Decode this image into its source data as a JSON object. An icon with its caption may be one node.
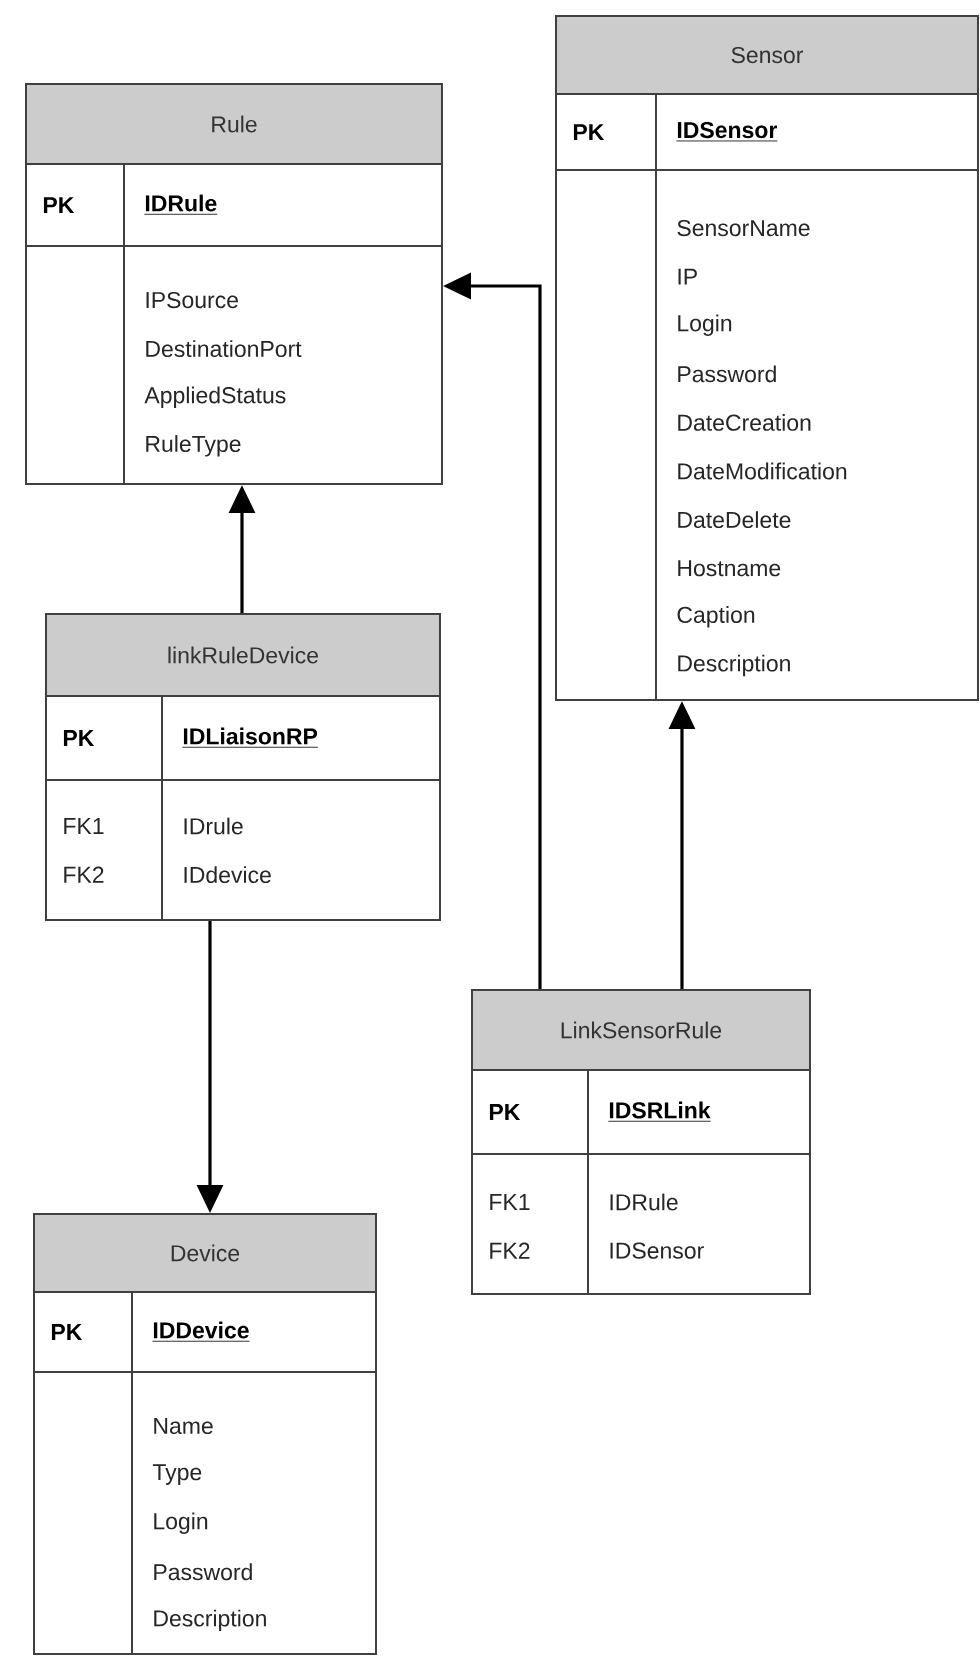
{
  "diagram": {
    "nodes": [
      {
        "text": [
          "Rule",
          "PK",
          "IDRule",
          "IPSource",
          "DestinationPort",
          "AppliedStatus",
          "RuleType"
        ]
      },
      {
        "text": [
          "Sensor",
          "PK",
          "IDSensor",
          "SensorName",
          "IP",
          "Login",
          "Password",
          "DateCreation",
          "DateModification",
          "DateDelete",
          "Hostname",
          "Caption",
          "Description"
        ]
      },
      {
        "text": [
          "linkRuleDevice",
          "PK",
          "IDLiaisonRP",
          "FK1",
          "IDrule",
          "FK2",
          "IDdevice"
        ]
      },
      {
        "text": [
          "LinkSensorRule",
          "PK",
          "IDSRLink",
          "FK1",
          "IDRule",
          "FK2",
          "IDSensor"
        ]
      },
      {
        "text": [
          "Device",
          "PK",
          "IDDevice",
          "Name",
          "Type",
          "Login",
          "Password",
          "Description"
        ]
      }
    ],
    "edges": [
      {
        "from": 2,
        "to": 0,
        "arrow": "to"
      },
      {
        "from": 2,
        "to": 4,
        "arrow": "to"
      },
      {
        "from": 3,
        "to": 0,
        "arrow": "to"
      },
      {
        "from": 3,
        "to": 1,
        "arrow": "to"
      }
    ]
  }
}
